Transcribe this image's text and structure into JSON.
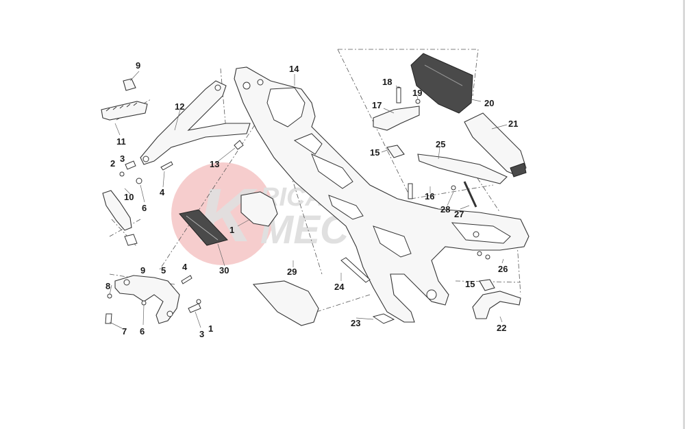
{
  "watermark": {
    "line1": "RICAMBI",
    "line2": "MECCANICA",
    "logo_letter": "K"
  },
  "callouts": {
    "c1a": "1",
    "c1b": "1",
    "c2": "2",
    "c3a": "3",
    "c3b": "3",
    "c4a": "4",
    "c4b": "4",
    "c5": "5",
    "c6a": "6",
    "c6b": "6",
    "c7": "7",
    "c8": "8",
    "c9a": "9",
    "c9b": "9",
    "c10": "10",
    "c11": "11",
    "c12": "12",
    "c13": "13",
    "c14": "14",
    "c15a": "15",
    "c15b": "15",
    "c16": "16",
    "c17": "17",
    "c18": "18",
    "c19": "19",
    "c20": "20",
    "c21": "21",
    "c22": "22",
    "c23": "23",
    "c24": "24",
    "c25": "25",
    "c26": "26",
    "c27": "27",
    "c28": "28",
    "c29": "29",
    "c30": "30"
  },
  "colors": {
    "watermark_red": "#f2b8b8",
    "watermark_gray": "#e0e0e0",
    "line": "#333333"
  }
}
